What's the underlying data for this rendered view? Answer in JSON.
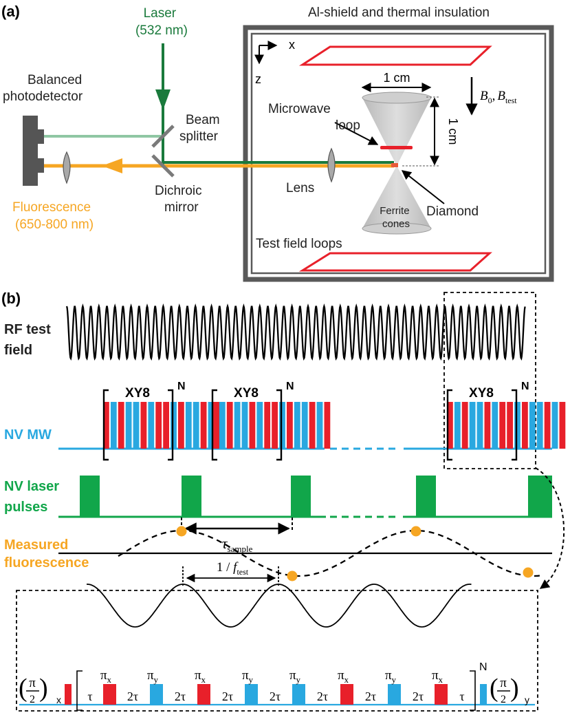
{
  "panel_a": {
    "label": "(a)",
    "laser": {
      "line1": "Laser",
      "line2": "(532 nm)"
    },
    "shield_title": "Al-shield and thermal insulation",
    "photodetector": {
      "line1": "Balanced",
      "line2": "photodetector"
    },
    "beam_splitter": {
      "line1": "Beam",
      "line2": "splitter"
    },
    "dichroic": {
      "line1": "Dichroic",
      "line2": "mirror"
    },
    "fluorescence": {
      "line1": "Fluorescence",
      "line2": "(650-800 nm)"
    },
    "lens": "Lens",
    "microwave": {
      "line1": "Microwave",
      "line2": "loop"
    },
    "dim_horizontal": "1 cm",
    "dim_vertical": "1 cm",
    "ferrite": {
      "line1": "Ferrite",
      "line2": "cones"
    },
    "diamond": "Diamond",
    "test_loops": "Test field loops",
    "axis_x": "x",
    "axis_z": "z",
    "field": {
      "b": "B",
      "sub0": "0",
      "comma": ",",
      "b2": "B",
      "subtest": "test"
    }
  },
  "panel_b": {
    "label": "(b)",
    "rf": {
      "line1": "RF test",
      "line2": "field"
    },
    "nv_mw": "NV MW",
    "nv_laser": {
      "line1": "NV laser",
      "line2": "pulses"
    },
    "measured": {
      "line1": "Measured",
      "line2": "fluorescence"
    },
    "xy8": [
      "XY8",
      "XY8",
      "XY8"
    ],
    "n": [
      "N",
      "N",
      "N"
    ],
    "tau_sample": {
      "tau": "τ",
      "sub": "sample"
    },
    "inset": {
      "period": {
        "num": "1 / ",
        "f": "f",
        "sub": "test"
      },
      "pi_half_x": {
        "num": "π",
        "den": "2",
        "sub": "x"
      },
      "pi_half_y": {
        "num": "π",
        "den": "2",
        "sub": "y"
      },
      "n": "N",
      "pulses": [
        {
          "p": "π",
          "s": "x",
          "color": "red"
        },
        {
          "p": "π",
          "s": "y",
          "color": "blue"
        },
        {
          "p": "π",
          "s": "x",
          "color": "red"
        },
        {
          "p": "π",
          "s": "y",
          "color": "blue"
        },
        {
          "p": "π",
          "s": "y",
          "color": "blue"
        },
        {
          "p": "π",
          "s": "x",
          "color": "red"
        },
        {
          "p": "π",
          "s": "y",
          "color": "blue"
        },
        {
          "p": "π",
          "s": "x",
          "color": "red"
        }
      ],
      "gaps": [
        "τ",
        "2τ",
        "2τ",
        "2τ",
        "2τ",
        "2τ",
        "2τ",
        "2τ",
        "τ"
      ]
    }
  },
  "colors": {
    "laser_green": "#1a7a3c",
    "light_green": "#8fc7a3",
    "orange": "#f6a623",
    "red": "#e8202a",
    "blue": "#29a8e0",
    "pulse_green": "#11a64a",
    "shield_gray": "#595959",
    "cone_gray": "#cfcfcf"
  }
}
